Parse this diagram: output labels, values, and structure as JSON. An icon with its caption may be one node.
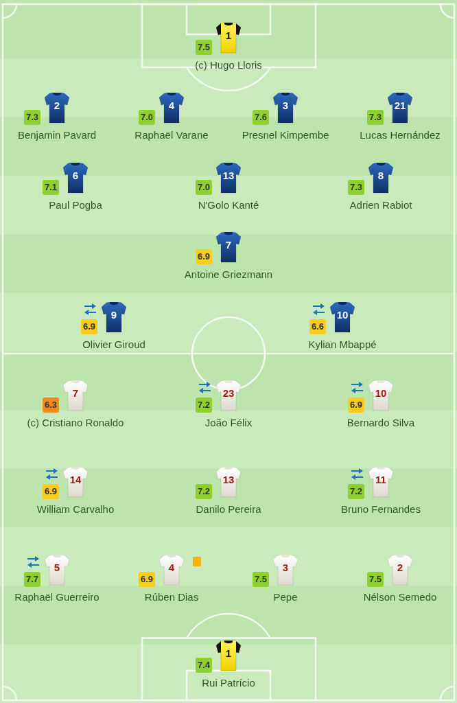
{
  "diagram": {
    "nodes": [
      {
        "text": [
          "7.5"
        ]
      },
      {
        "text": [
          "1"
        ],
        "beside": [
          "(c) Hugo Lloris"
        ]
      },
      {
        "text": [
          "7.3"
        ]
      },
      {
        "text": [
          "2"
        ],
        "beside": [
          "Benjamin Pavard"
        ]
      },
      {
        "text": [
          "7.0"
        ]
      },
      {
        "text": [
          "4"
        ],
        "beside": [
          "Raphaël Varane"
        ]
      },
      {
        "text": [
          "7.6"
        ]
      },
      {
        "text": [
          "3"
        ],
        "beside": [
          "Presnel Kimpembe"
        ]
      },
      {
        "text": [
          "7.3"
        ]
      },
      {
        "text": [
          "21"
        ],
        "beside": [
          "Lucas Hernández"
        ]
      },
      {
        "text": [
          "7.1"
        ]
      },
      {
        "text": [
          "6"
        ],
        "beside": [
          "Paul Pogba"
        ]
      },
      {
        "text": [
          "7.0"
        ]
      },
      {
        "text": [
          "13"
        ],
        "beside": [
          "N'Golo Kanté"
        ]
      },
      {
        "text": [
          "7.3"
        ]
      },
      {
        "text": [
          "8"
        ],
        "beside": [
          "Adrien Rabiot"
        ]
      },
      {
        "text": [
          "6.9"
        ]
      },
      {
        "text": [
          "7"
        ],
        "beside": [
          "Antoine Griezmann"
        ]
      },
      {
        "text": [
          "6.9"
        ]
      },
      {
        "text": [
          "9"
        ],
        "beside": [
          "Olivier Giroud"
        ]
      },
      {
        "text": [
          "6.6"
        ]
      },
      {
        "text": [
          "10"
        ],
        "beside": [
          "Kylian Mbappé"
        ]
      },
      {
        "text": [
          "6.3"
        ]
      },
      {
        "text": [
          "7"
        ],
        "beside": [
          "(c) Cristiano Ronaldo"
        ]
      },
      {
        "text": [
          "7.2"
        ]
      },
      {
        "text": [
          "23"
        ],
        "beside": [
          "João Félix"
        ]
      },
      {
        "text": [
          "6.9"
        ]
      },
      {
        "text": [
          "10"
        ],
        "beside": [
          "Bernardo Silva"
        ]
      },
      {
        "text": [
          "6.9"
        ]
      },
      {
        "text": [
          "14"
        ],
        "beside": [
          "William Carvalho"
        ]
      },
      {
        "text": [
          "7.2"
        ]
      },
      {
        "text": [
          "13"
        ],
        "beside": [
          "Danilo Pereira"
        ]
      },
      {
        "text": [
          "7.2"
        ]
      },
      {
        "text": [
          "11"
        ],
        "beside": [
          "Bruno Fernandes"
        ]
      },
      {
        "text": [
          "7.7"
        ]
      },
      {
        "text": [
          "5"
        ],
        "beside": [
          "Raphaël Guerreiro"
        ]
      },
      {
        "text": [
          "6.9"
        ]
      },
      {
        "text": [
          "4"
        ],
        "beside": [
          "Rúben Dias"
        ]
      },
      {
        "text": [
          "7.5"
        ]
      },
      {
        "text": [
          "3"
        ],
        "beside": [
          "Pepe"
        ]
      },
      {
        "text": [
          "7.5"
        ]
      },
      {
        "text": [
          "2"
        ],
        "beside": [
          "Nélson Semedo"
        ]
      },
      {
        "text": [
          "7.4"
        ]
      },
      {
        "text": [
          "1"
        ],
        "beside": [
          "Rui Patrício"
        ]
      }
    ]
  }
}
